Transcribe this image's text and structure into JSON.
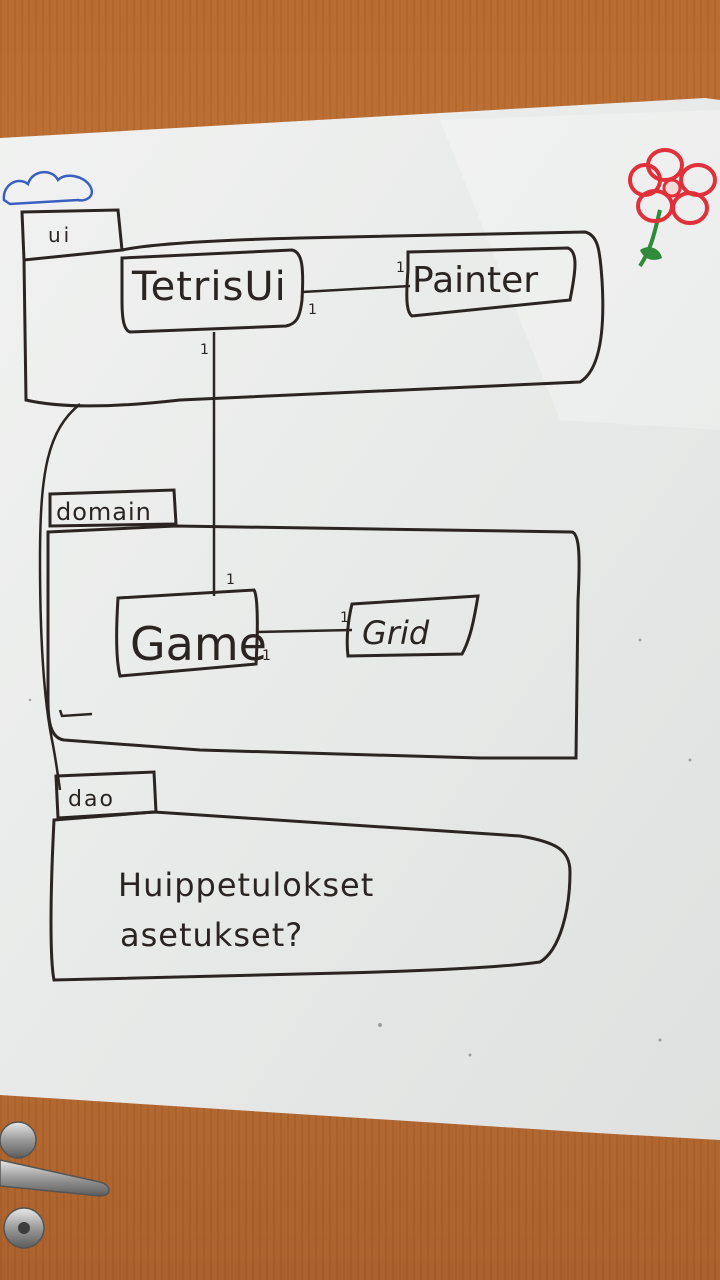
{
  "diagram": {
    "packages": [
      {
        "id": "ui",
        "label": "ui"
      },
      {
        "id": "domain",
        "label": "domain"
      },
      {
        "id": "dao",
        "label": "dao"
      }
    ],
    "classes": [
      {
        "id": "tetrisui",
        "label": "TetrisUi"
      },
      {
        "id": "painter",
        "label": "Painter"
      },
      {
        "id": "game",
        "label": "Game"
      },
      {
        "id": "grid",
        "label": "Grid"
      }
    ],
    "multiplicities": [
      "1",
      "1",
      "1",
      "1",
      "1",
      "1"
    ],
    "notes": [
      "Huippetulokset",
      "asetukset?"
    ]
  },
  "decorations": {
    "flower_color": "#e0303a",
    "stem_color": "#2f8a3a",
    "cloud_color": "#3a5fbf",
    "ink_color": "#2a2522",
    "paper_color": "#eceeed",
    "door_color": "#bd7035"
  }
}
